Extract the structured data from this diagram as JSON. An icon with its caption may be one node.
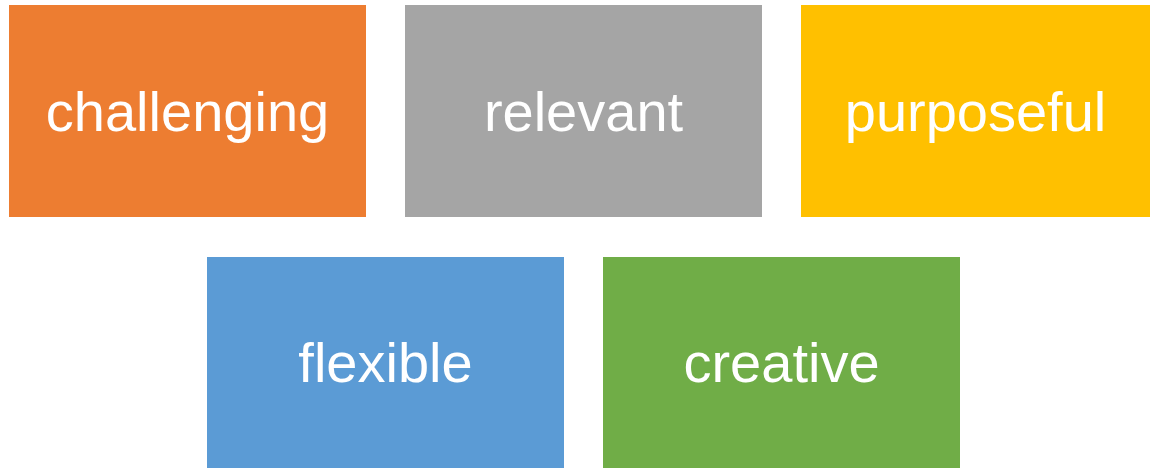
{
  "diagram": {
    "nodes": [
      {
        "text": [
          "challenging"
        ]
      },
      {
        "text": [
          "relevant"
        ]
      },
      {
        "text": [
          "purposeful"
        ]
      },
      {
        "text": [
          "flexible"
        ]
      },
      {
        "text": [
          "creative"
        ]
      }
    ]
  }
}
